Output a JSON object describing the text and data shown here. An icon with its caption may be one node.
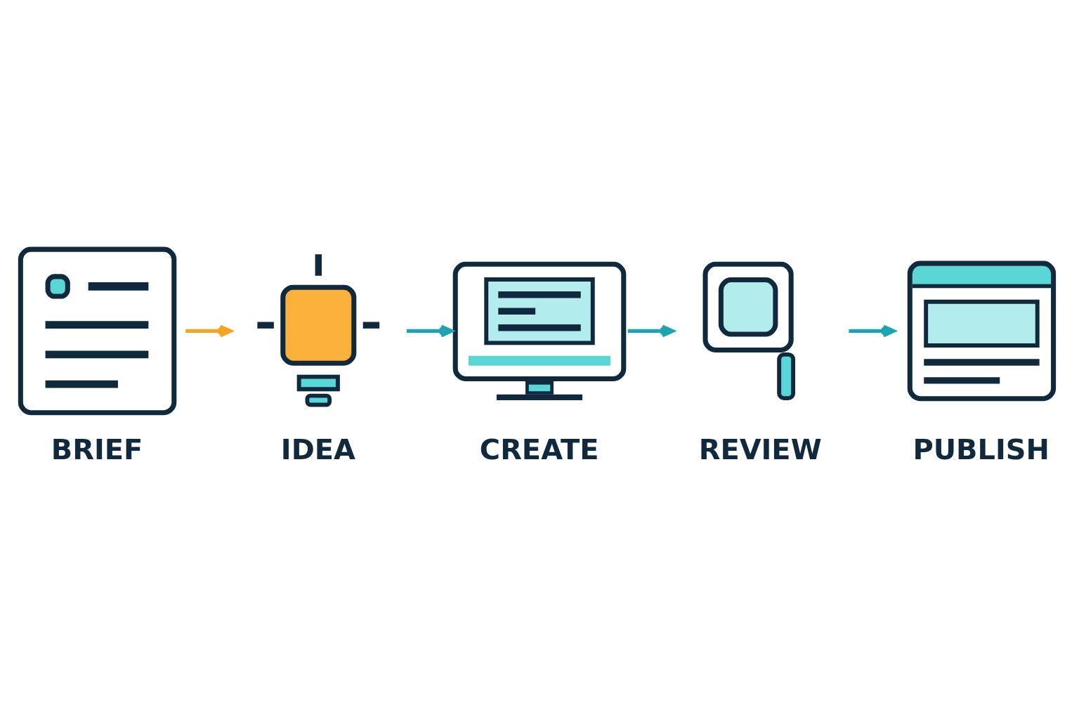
{
  "diagram": {
    "nodes": [
      {
        "text": [
          "BRIEF"
        ]
      },
      {
        "text": [
          "IDEA"
        ]
      },
      {
        "text": [
          "CREATE"
        ]
      },
      {
        "text": [
          "REVIEW"
        ]
      },
      {
        "text": [
          "PUBLISH"
        ]
      }
    ],
    "edges": [
      {
        "from": 0,
        "to": 1,
        "arrow": "to",
        "color": "#f7a325"
      },
      {
        "from": 1,
        "to": 2,
        "arrow": "to"
      },
      {
        "from": 2,
        "to": 3,
        "arrow": "to"
      },
      {
        "from": 3,
        "to": 4,
        "arrow": "to"
      }
    ]
  }
}
